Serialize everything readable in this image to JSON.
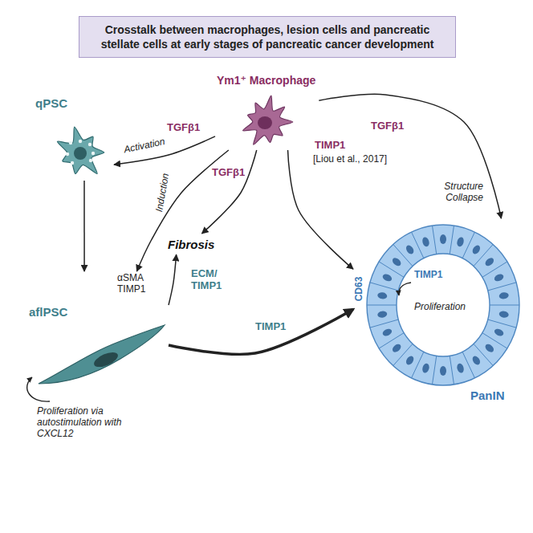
{
  "diagram": {
    "title": "Crosstalk between macrophages, lesion cells and pancreatic stellate cells at early stages of pancreatic cancer development",
    "nodes": [
      {
        "text": [
          "Ym1⁺ Macrophage"
        ]
      },
      {
        "text": [
          "qPSC"
        ]
      },
      {
        "text": [
          "aflPSC",
          "αSMA TIMP1"
        ]
      },
      {
        "text": [
          "Fibrosis"
        ]
      },
      {
        "text": [
          "PanIN",
          "Proliferation"
        ]
      }
    ],
    "edges": [
      {
        "from": 0,
        "to": 1,
        "arrow": "to",
        "label": "TGFβ1"
      },
      {
        "from": 1,
        "to": 2,
        "arrow": "to"
      },
      {
        "from": 0,
        "to": 2,
        "arrow": "to",
        "label": "TGFβ1"
      },
      {
        "from": 0,
        "to": 3,
        "arrow": "to"
      },
      {
        "from": 0,
        "to": 4,
        "arrow": "to",
        "label": "TIMP1"
      },
      {
        "from": 0,
        "to": 4,
        "arrow": "to",
        "label": "TGFβ1"
      },
      {
        "from": 2,
        "to": 3,
        "arrow": "to",
        "label": "ECM/ TIMP1"
      },
      {
        "from": 2,
        "to": 4,
        "arrow": "to",
        "label": "TIMP1"
      }
    ],
    "labels": [
      "Activation",
      "Induction",
      "[Liou et al., 2017]",
      "Structure Collapse",
      "Proliferation via autostimulation with CXCL12",
      "CD63",
      "TIMP1"
    ]
  }
}
